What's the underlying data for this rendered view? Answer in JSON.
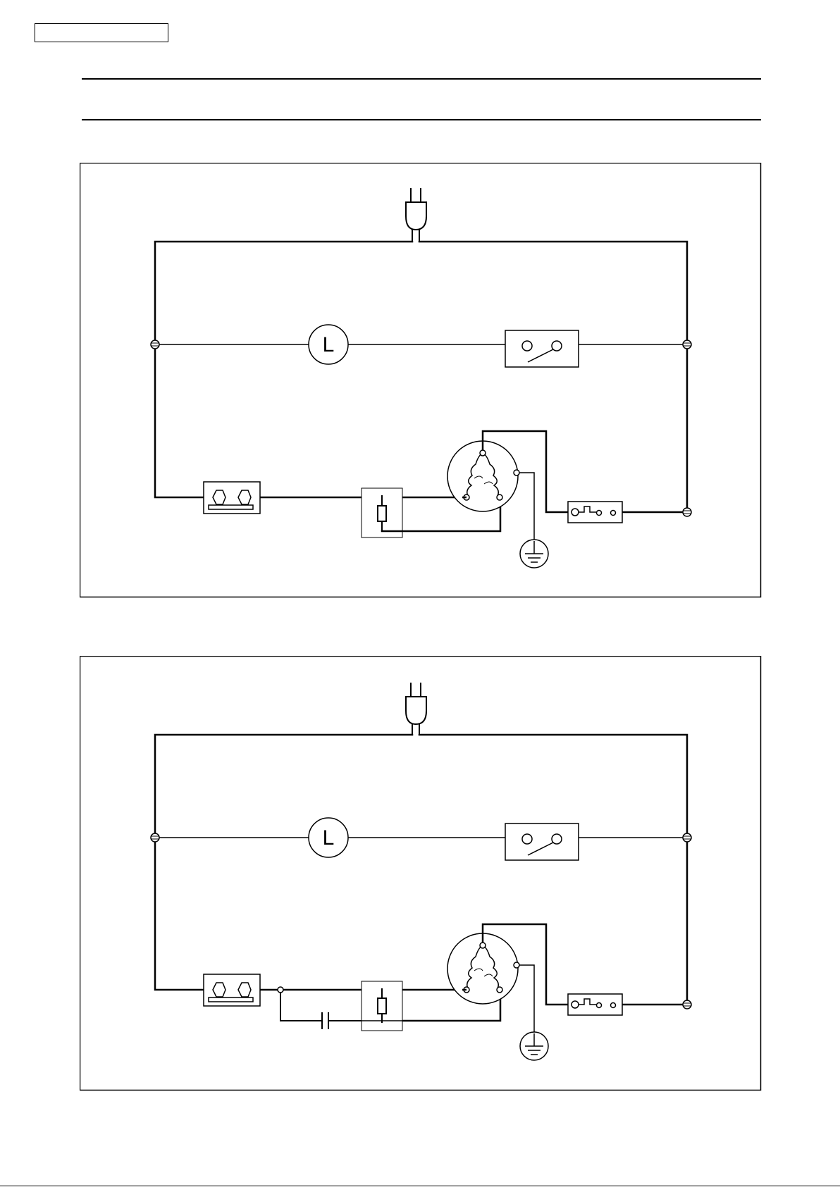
{
  "page": {
    "header_box_text": "",
    "section_title": "",
    "page_number": ""
  },
  "diagrams": [
    {
      "id": "standard",
      "components": [
        "power-plug",
        "lamp",
        "door-switch",
        "thermostat",
        "ptc-relay",
        "compressor",
        "ground",
        "overload-protector"
      ],
      "labels": {
        "lamp": "L"
      }
    },
    {
      "id": "with-capacitor",
      "components": [
        "power-plug",
        "lamp",
        "door-switch",
        "thermostat",
        "capacitor",
        "ptc-relay",
        "compressor",
        "ground",
        "overload-protector"
      ],
      "labels": {
        "lamp": "L"
      }
    }
  ]
}
